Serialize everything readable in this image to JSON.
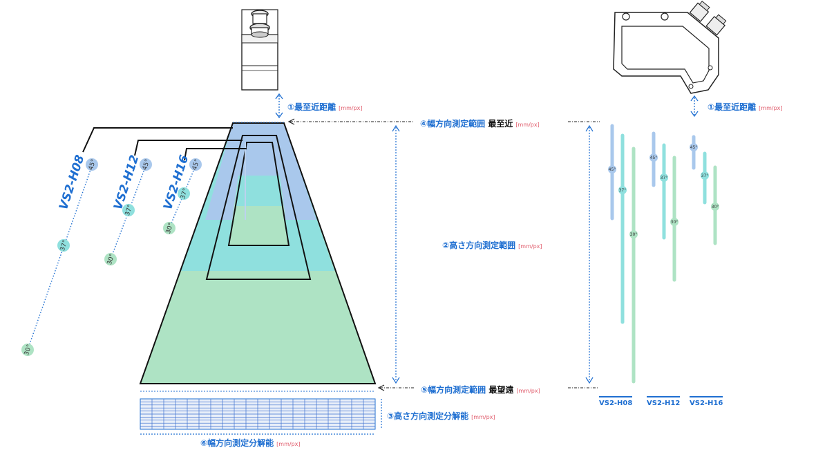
{
  "labels": {
    "min_distance": "①最至近距離",
    "min_distance_right": "①最至近距離",
    "unit": "[mm/px]",
    "width_near_prefix": "④幅方向測定範囲",
    "width_near_suffix": "最至近",
    "height_range": "②高さ方向測定範囲",
    "width_far_prefix": "⑤幅方向測定範囲",
    "width_far_suffix": "最望遠",
    "height_resolution": "③高さ方向測定分解能",
    "width_resolution": "⑥幅方向測定分解能"
  },
  "models": [
    "VS2-H08",
    "VS2-H12",
    "VS2-H16"
  ],
  "angles": [
    "45°",
    "37°",
    "30°"
  ],
  "colors": {
    "accent": "#1f6fd1",
    "unit": "#e05a6a",
    "angle_45": "#a9c8ec",
    "angle_37": "#8fe0de",
    "angle_30": "#aee3c4"
  }
}
